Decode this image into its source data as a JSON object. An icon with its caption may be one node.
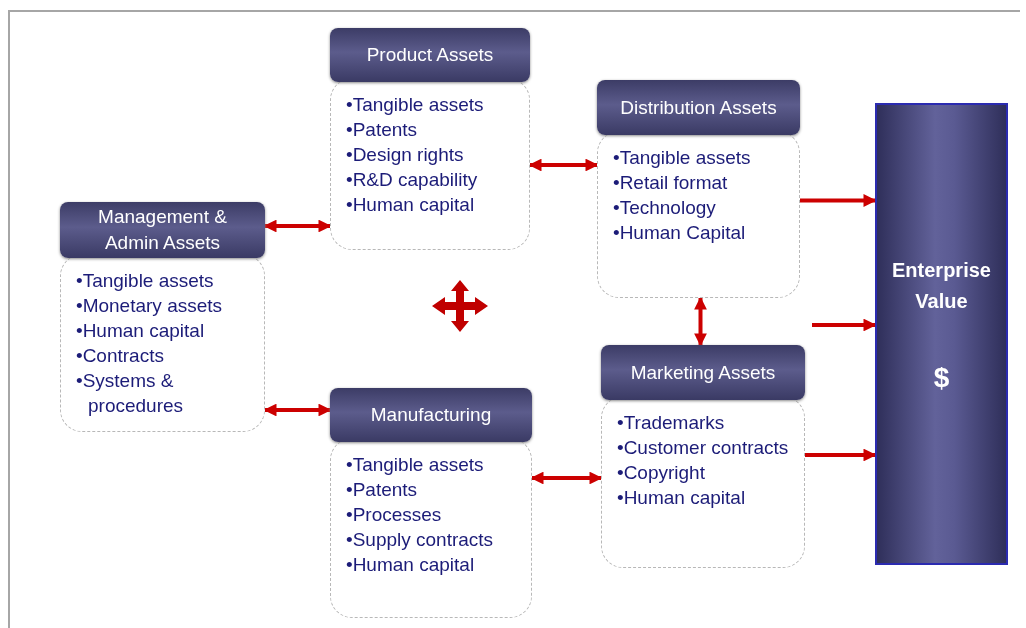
{
  "diagram": {
    "nodes": [
      {
        "text": [
          "Product Assets",
          "•Tangible assets",
          "•Patents",
          "•Design rights",
          "•R&D capability",
          "•Human capital"
        ]
      },
      {
        "text": [
          "Distribution Assets",
          "•Tangible assets",
          "•Retail format",
          "•Technology",
          "•Human Capital"
        ]
      },
      {
        "text": [
          "Management & Admin Assets",
          "•Tangible assets",
          "•Monetary assets",
          "•Human capital",
          "•Contracts",
          "•Systems & procedures"
        ]
      },
      {
        "text": [
          "Marketing Assets",
          "•Trademarks",
          "•Customer contracts",
          "•Copyright",
          "•Human capital"
        ]
      },
      {
        "text": [
          "Manufacturing",
          "•Tangible assets",
          "•Patents",
          "•Processes",
          "•Supply contracts",
          "•Human capital"
        ]
      },
      {
        "text": [
          "Enterprise Value",
          "$"
        ]
      }
    ],
    "edges": [
      {
        "from": 2,
        "to": 0,
        "arrow": "both"
      },
      {
        "from": 0,
        "to": 1,
        "arrow": "both"
      },
      {
        "from": 1,
        "to": 3,
        "arrow": "both"
      },
      {
        "from": 3,
        "to": 4,
        "arrow": "both"
      },
      {
        "from": 2,
        "to": 4,
        "arrow": "both"
      },
      {
        "from": 1,
        "to": 5,
        "arrow": "to"
      },
      {
        "from": null,
        "to": 5,
        "arrow": "to"
      },
      {
        "from": 3,
        "to": 5,
        "arrow": "to"
      }
    ]
  }
}
